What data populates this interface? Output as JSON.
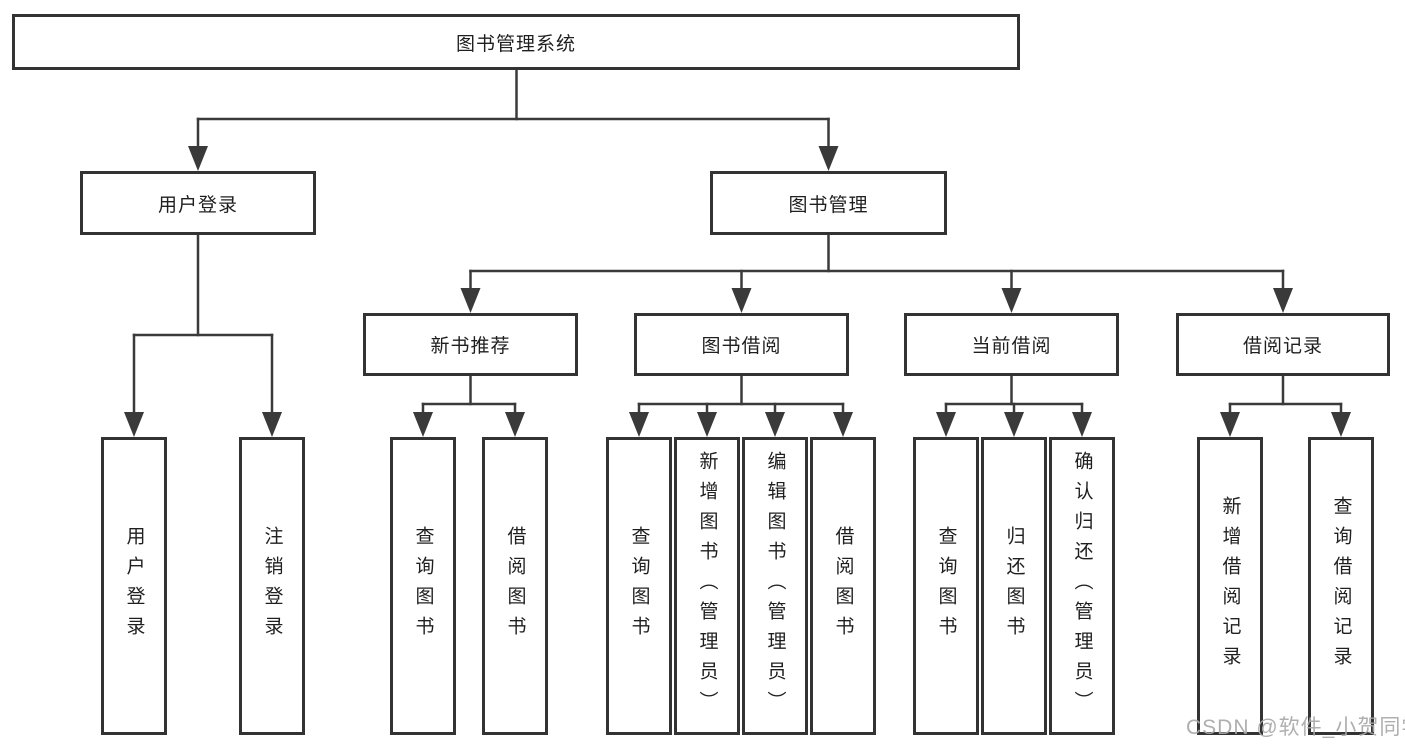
{
  "diagram": {
    "root": {
      "label": "图书管理系统"
    },
    "branches": [
      {
        "label": "用户登录",
        "leaves": [
          {
            "label": "用户登录"
          },
          {
            "label": "注销登录"
          }
        ]
      },
      {
        "label": "图书管理",
        "groups": [
          {
            "label": "新书推荐",
            "leaves": [
              {
                "label": "查询图书"
              },
              {
                "label": "借阅图书"
              }
            ]
          },
          {
            "label": "图书借阅",
            "leaves": [
              {
                "label": "查询图书"
              },
              {
                "label": "新增图书（管理员）"
              },
              {
                "label": "编辑图书（管理员）"
              },
              {
                "label": "借阅图书"
              }
            ]
          },
          {
            "label": "当前借阅",
            "leaves": [
              {
                "label": "查询图书"
              },
              {
                "label": "归还图书"
              },
              {
                "label": "确认归还（管理员）"
              }
            ]
          },
          {
            "label": "借阅记录",
            "leaves": [
              {
                "label": "新增借阅记录"
              },
              {
                "label": "查询借阅记录"
              }
            ]
          }
        ]
      }
    ]
  },
  "watermark": {
    "text": "CSDN @软件_小贺同学"
  },
  "colors": {
    "background": "#ffffff",
    "box_border": "#333333",
    "connector_line": "#3a3a3a",
    "text": "#1f1f1f",
    "watermark_text": "#a8a8a8"
  }
}
